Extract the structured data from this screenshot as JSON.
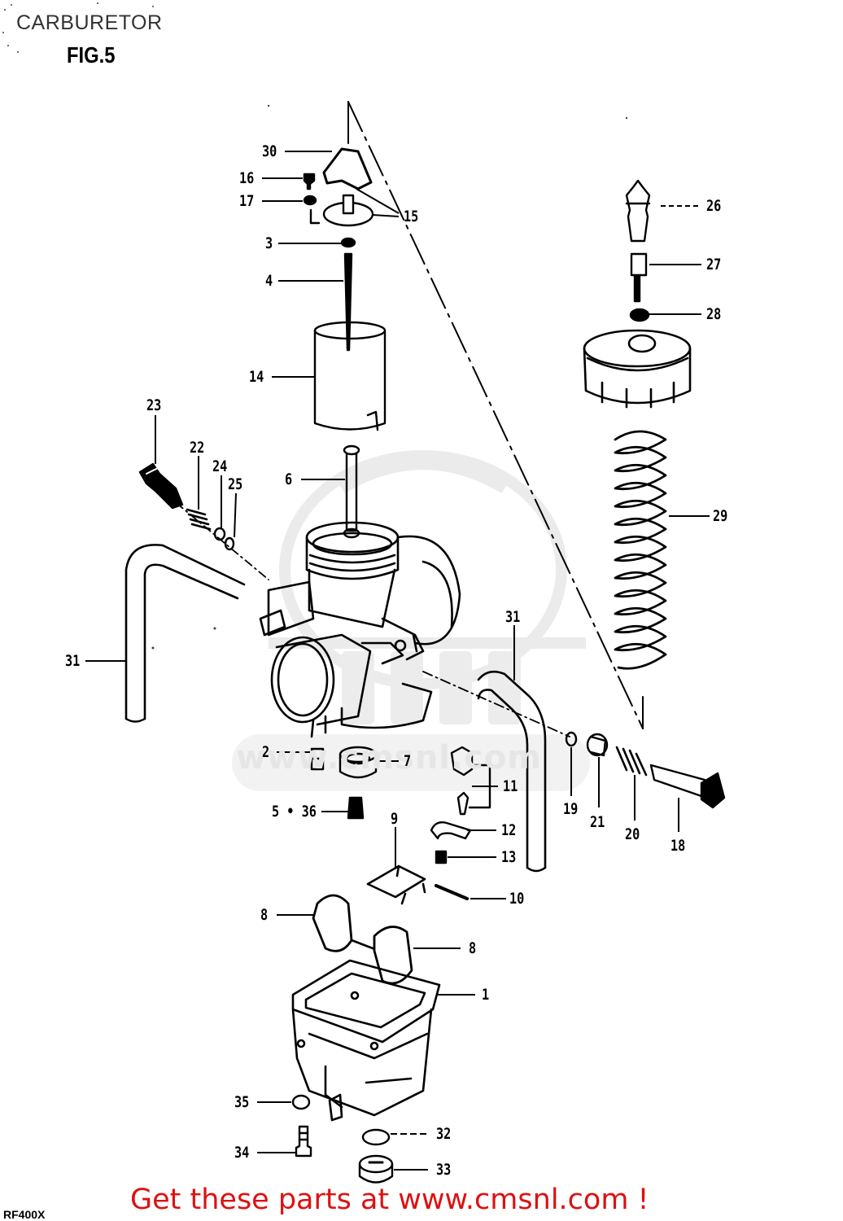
{
  "page": {
    "title": "CARBURETOR",
    "figure_label": "FIG.5",
    "model_code": "RF400X",
    "cta": "Get these parts at www.cmsnl.com !",
    "watermark": "www.cmsnl.com",
    "watermark_logo": "CMS"
  },
  "colors": {
    "ink": "#000000",
    "cta": "#dd1111",
    "watermark": "#e6e6e6",
    "title": "#333333"
  },
  "callouts": {
    "c30": "30",
    "c16": "16",
    "c17": "17",
    "c15": "15",
    "c3": "3",
    "c4": "4",
    "c14": "14",
    "c6": "6",
    "c26": "26",
    "c27": "27",
    "c28": "28",
    "c29": "29",
    "c23": "23",
    "c22": "22",
    "c24": "24",
    "c25": "25",
    "c31a": "31",
    "c31b": "31",
    "c2": "2",
    "c7": "7",
    "c536": "5 • 36",
    "c11": "11",
    "c12": "12",
    "c13": "13",
    "c9": "9",
    "c10": "10",
    "c19": "19",
    "c21": "21",
    "c20": "20",
    "c18": "18",
    "c8a": "8",
    "c8b": "8",
    "c1": "1",
    "c35": "35",
    "c34": "34",
    "c32": "32",
    "c33": "33"
  }
}
